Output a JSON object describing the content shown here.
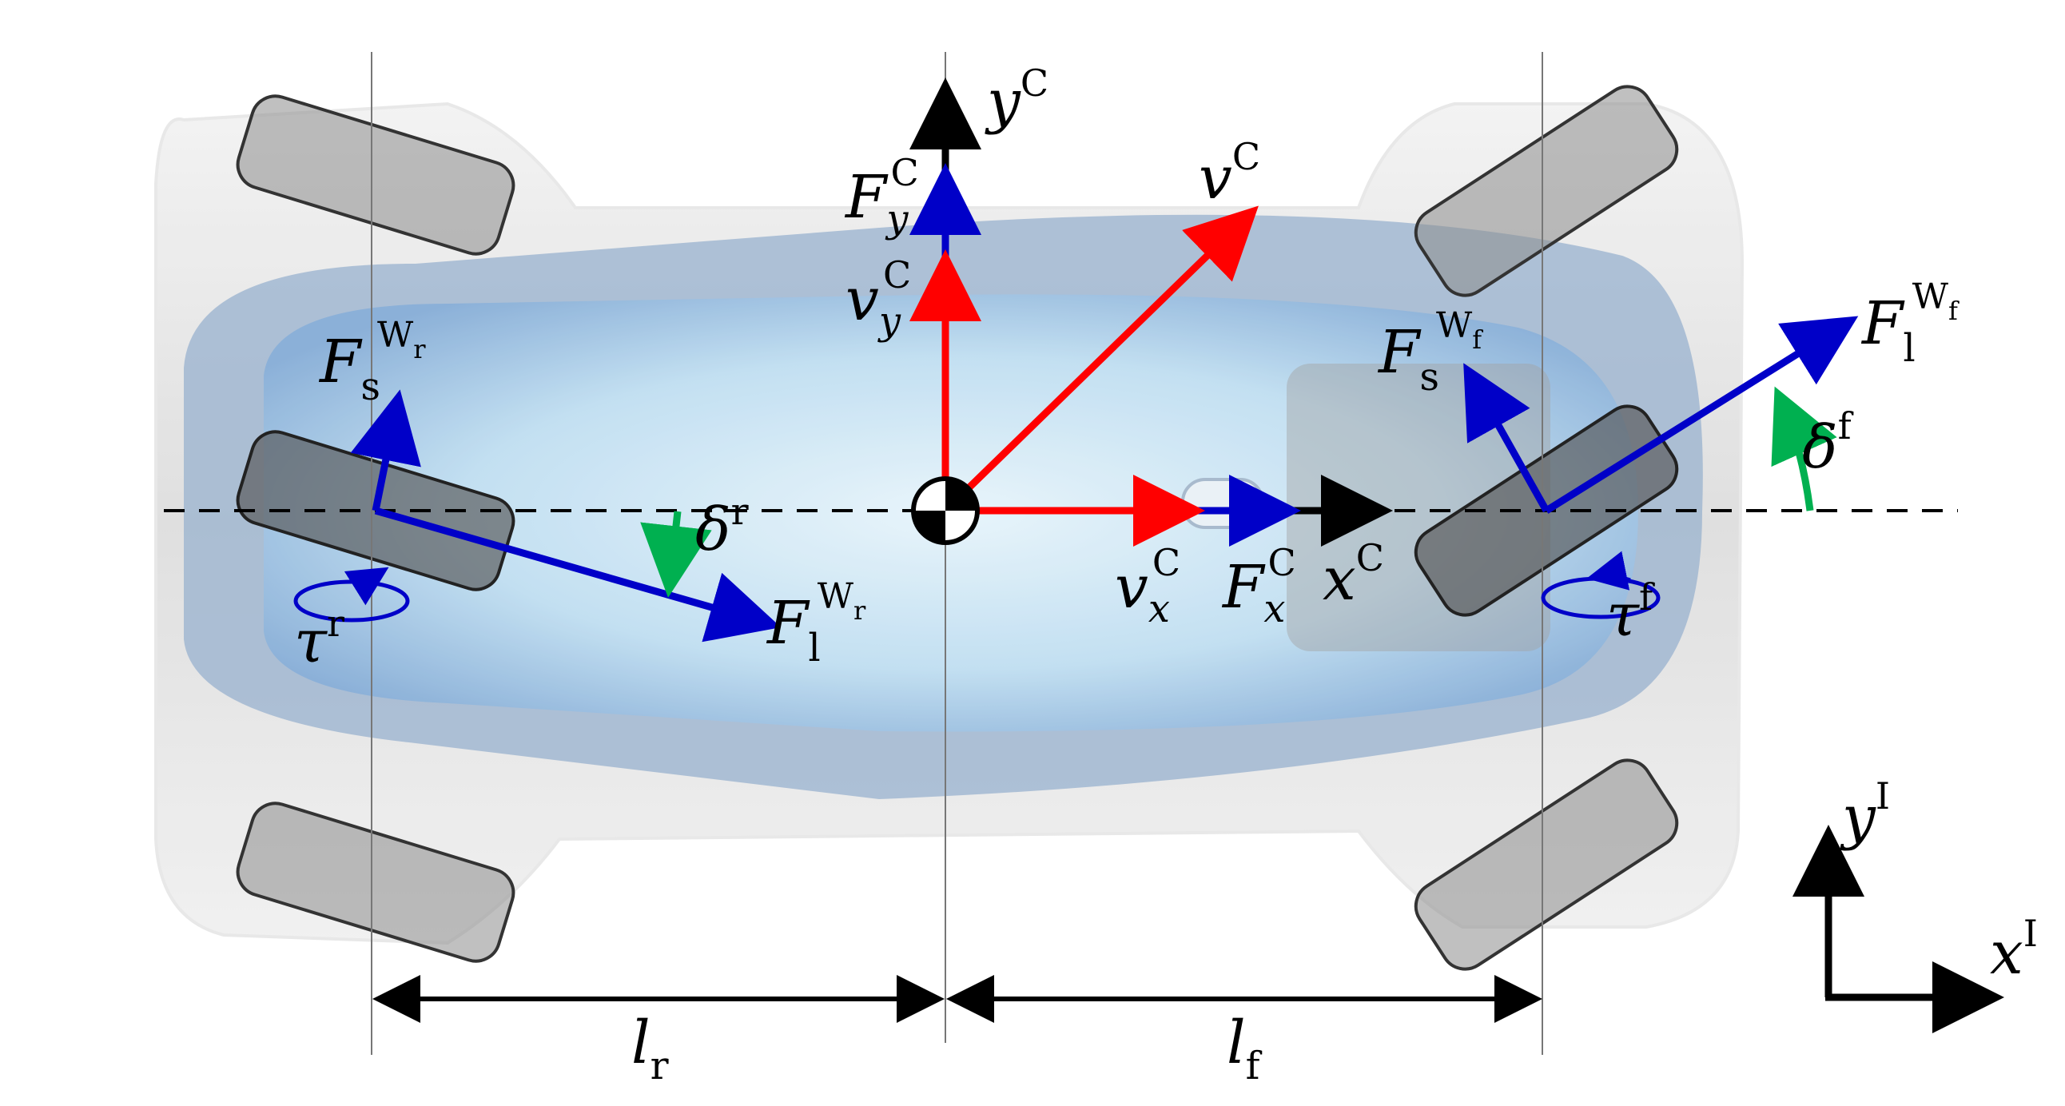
{
  "labels": {
    "y_c": {
      "base": "y",
      "sup": "C"
    },
    "x_c": {
      "base": "x",
      "sup": "C"
    },
    "v_c": {
      "base": "v",
      "sup": "C"
    },
    "fy_c": {
      "base": "F",
      "sub": "y",
      "sup": "C"
    },
    "vy_c": {
      "base": "v",
      "sub": "y",
      "sup": "C"
    },
    "vx_c": {
      "base": "v",
      "sub": "x",
      "sup": "C"
    },
    "fx_c": {
      "base": "F",
      "sub": "x",
      "sup": "C"
    },
    "fs_wr": {
      "base": "F",
      "sub": "s",
      "sup": "W",
      "supsub": "r"
    },
    "fl_wr": {
      "base": "F",
      "sub": "l",
      "sup": "W",
      "supsub": "r"
    },
    "fs_wf": {
      "base": "F",
      "sub": "s",
      "sup": "W",
      "supsub": "f"
    },
    "fl_wf": {
      "base": "F",
      "sub": "l",
      "sup": "W",
      "supsub": "f"
    },
    "delta_r": {
      "base": "δ",
      "sup": "r"
    },
    "delta_f": {
      "base": "δ",
      "sup": "f"
    },
    "tau_r": {
      "base": "τ",
      "sup": "r"
    },
    "tau_f": {
      "base": "τ",
      "sup": "f"
    },
    "l_r": {
      "base": "l",
      "sub": "r"
    },
    "l_f": {
      "base": "l",
      "sub": "f"
    },
    "y_i": {
      "base": "y",
      "sup": "I"
    },
    "x_i": {
      "base": "x",
      "sup": "I"
    }
  },
  "colors": {
    "red": "#ff0000",
    "blue": "#0000c8",
    "green": "#00b050",
    "black": "#000000",
    "tire_fill": "#8c8c8c",
    "body_blue": "#a9c8e8"
  }
}
